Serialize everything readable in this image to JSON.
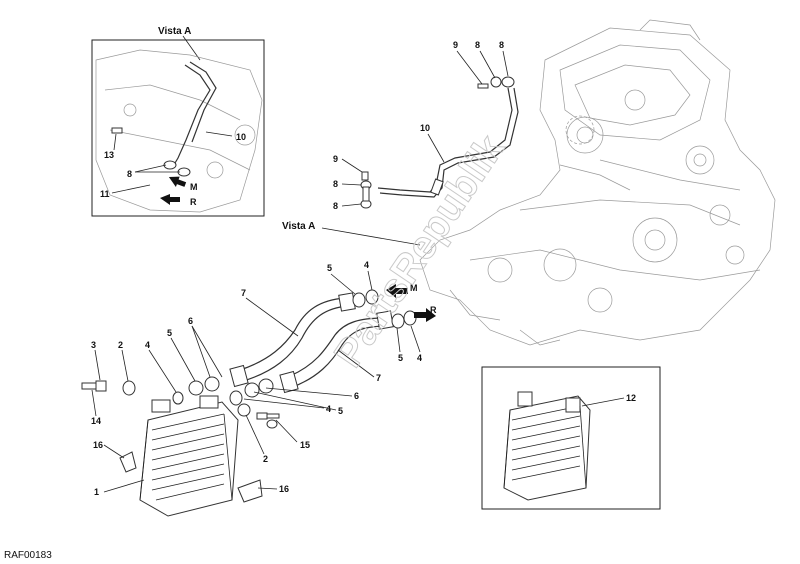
{
  "view_title": "Vista A",
  "callout_view": "Vista A",
  "drawing_code": "RAF00183",
  "watermark": "PartsRepublik",
  "arrow_labels": {
    "m": "M",
    "r": "R"
  },
  "labels": {
    "l1": "1",
    "l2a": "2",
    "l2b": "2",
    "l3": "3",
    "l4a": "4",
    "l4b": "4",
    "l4c": "4",
    "l4d": "4",
    "l5a": "5",
    "l5b": "5",
    "l5c": "5",
    "l5d": "5",
    "l6a": "6",
    "l6b": "6",
    "l7a": "7",
    "l7b": "7",
    "l8a": "8",
    "l8b": "8",
    "l8c": "8",
    "l8d": "8",
    "l8e": "8",
    "l9a": "9",
    "l9b": "9",
    "l10a": "10",
    "l10b": "10",
    "l11": "11",
    "l12": "12",
    "l13": "13",
    "l14": "14",
    "l15": "15",
    "l16a": "16",
    "l16b": "16"
  },
  "colors": {
    "ink": "#111111",
    "engine": "#9a9a9a",
    "watermark": "#c9c9c9",
    "background": "#ffffff"
  }
}
